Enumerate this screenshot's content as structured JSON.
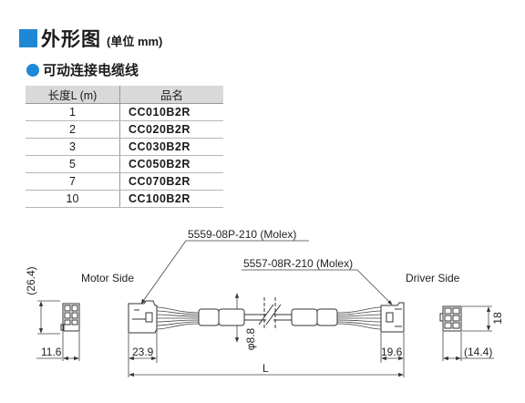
{
  "header": {
    "title": "外形图",
    "unit": "(单位 mm)"
  },
  "section": {
    "title": "可动连接电缆线"
  },
  "table": {
    "columns": [
      "长度L (m)",
      "品名"
    ],
    "rows": [
      {
        "length": "1",
        "model": "CC010B2R"
      },
      {
        "length": "2",
        "model": "CC020B2R"
      },
      {
        "length": "3",
        "model": "CC030B2R"
      },
      {
        "length": "5",
        "model": "CC050B2R"
      },
      {
        "length": "7",
        "model": "CC070B2R"
      },
      {
        "length": "10",
        "model": "CC100B2R"
      }
    ]
  },
  "drawing": {
    "left_connector_part": "5559-08P-210 (Molex)",
    "right_connector_part": "5557-08R-210 (Molex)",
    "motor_side": "Motor Side",
    "driver_side": "Driver Side",
    "dim_left_height": "(26.4)",
    "dim_left_width": "11.6",
    "dim_left_length": "23.9",
    "dim_cable_dia": "φ8.8",
    "dim_total_length": "L",
    "dim_right_length": "19.6",
    "dim_right_height": "18",
    "dim_right_width": "(14.4)"
  },
  "colors": {
    "accent": "#1e88d6",
    "table_header_bg": "#d9d9d9"
  }
}
